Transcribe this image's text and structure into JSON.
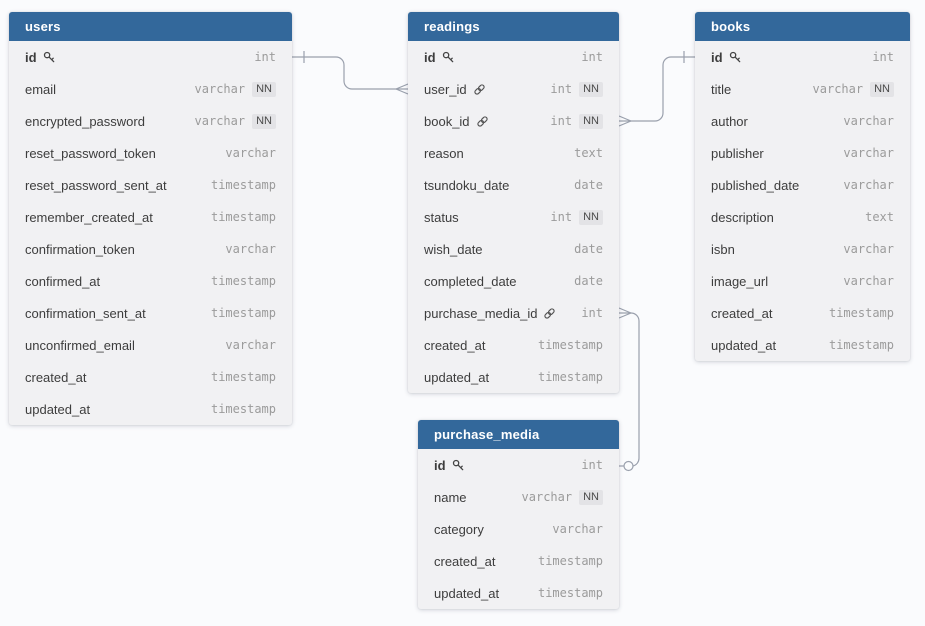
{
  "ui": {
    "not_null_badge": "NN"
  },
  "colors": {
    "table_header": "#33689b",
    "table_body": "#f1f1f3",
    "canvas_bg": "#fafbfd",
    "relationship_line": "#9aa0ad",
    "field_text": "#3d3d3d",
    "type_text": "#9b9b9b",
    "nn_badge_bg": "#e3e3e6"
  },
  "icons": {
    "primary_key": "key-icon",
    "foreign_key": "link-icon"
  },
  "tables": [
    {
      "name": "users",
      "fields": [
        {
          "name": "id",
          "type": "int",
          "pk": true
        },
        {
          "name": "email",
          "type": "varchar",
          "nn": true
        },
        {
          "name": "encrypted_password",
          "type": "varchar",
          "nn": true
        },
        {
          "name": "reset_password_token",
          "type": "varchar"
        },
        {
          "name": "reset_password_sent_at",
          "type": "timestamp"
        },
        {
          "name": "remember_created_at",
          "type": "timestamp"
        },
        {
          "name": "confirmation_token",
          "type": "varchar"
        },
        {
          "name": "confirmed_at",
          "type": "timestamp"
        },
        {
          "name": "confirmation_sent_at",
          "type": "timestamp"
        },
        {
          "name": "unconfirmed_email",
          "type": "varchar"
        },
        {
          "name": "created_at",
          "type": "timestamp"
        },
        {
          "name": "updated_at",
          "type": "timestamp"
        }
      ]
    },
    {
      "name": "readings",
      "fields": [
        {
          "name": "id",
          "type": "int",
          "pk": true
        },
        {
          "name": "user_id",
          "type": "int",
          "fk": true,
          "nn": true
        },
        {
          "name": "book_id",
          "type": "int",
          "fk": true,
          "nn": true
        },
        {
          "name": "reason",
          "type": "text"
        },
        {
          "name": "tsundoku_date",
          "type": "date"
        },
        {
          "name": "status",
          "type": "int",
          "nn": true
        },
        {
          "name": "wish_date",
          "type": "date"
        },
        {
          "name": "completed_date",
          "type": "date"
        },
        {
          "name": "purchase_media_id",
          "type": "int",
          "fk": true
        },
        {
          "name": "created_at",
          "type": "timestamp"
        },
        {
          "name": "updated_at",
          "type": "timestamp"
        }
      ]
    },
    {
      "name": "books",
      "fields": [
        {
          "name": "id",
          "type": "int",
          "pk": true
        },
        {
          "name": "title",
          "type": "varchar",
          "nn": true
        },
        {
          "name": "author",
          "type": "varchar"
        },
        {
          "name": "publisher",
          "type": "varchar"
        },
        {
          "name": "published_date",
          "type": "varchar"
        },
        {
          "name": "description",
          "type": "text"
        },
        {
          "name": "isbn",
          "type": "varchar"
        },
        {
          "name": "image_url",
          "type": "varchar"
        },
        {
          "name": "created_at",
          "type": "timestamp"
        },
        {
          "name": "updated_at",
          "type": "timestamp"
        }
      ]
    },
    {
      "name": "purchase_media",
      "fields": [
        {
          "name": "id",
          "type": "int",
          "pk": true
        },
        {
          "name": "name",
          "type": "varchar",
          "nn": true
        },
        {
          "name": "category",
          "type": "varchar"
        },
        {
          "name": "created_at",
          "type": "timestamp"
        },
        {
          "name": "updated_at",
          "type": "timestamp"
        }
      ]
    }
  ],
  "relationships": [
    {
      "from": "users.id",
      "to": "readings.user_id",
      "from_cardinality": "one",
      "to_cardinality": "many"
    },
    {
      "from": "books.id",
      "to": "readings.book_id",
      "from_cardinality": "one",
      "to_cardinality": "many"
    },
    {
      "from": "purchase_media.id",
      "to": "readings.purchase_media_id",
      "from_cardinality": "zero-or-one",
      "to_cardinality": "many"
    }
  ]
}
